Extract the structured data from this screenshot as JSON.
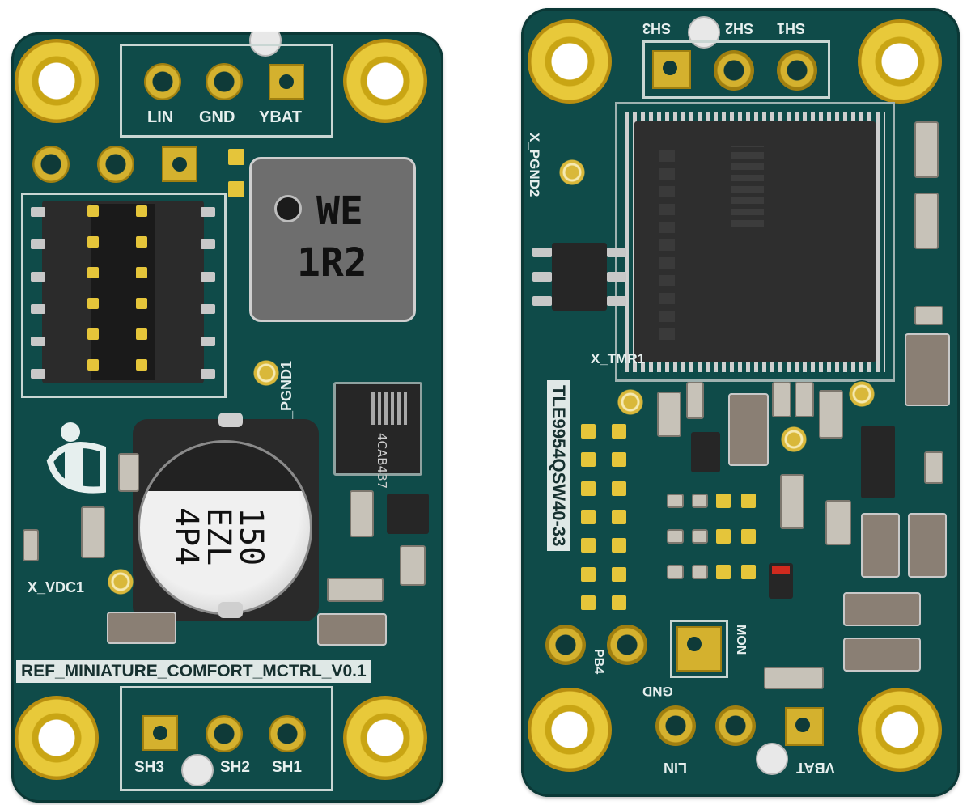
{
  "front_board": {
    "header_labels": [
      "LIN",
      "GND",
      "YBAT"
    ],
    "inductor_marking": [
      "WE",
      "1R2"
    ],
    "capacitor_marking": [
      "150",
      "EZL",
      "4P4"
    ],
    "ic_marking": "4CAB437",
    "label_pgnd": "X_PGND1",
    "label_vdc": "X_VDC1",
    "board_name": "REF_MINIATURE_COMFORT_MCTRL_V0.1",
    "bottom_labels": [
      "SH3",
      "SH2",
      "SH1"
    ]
  },
  "back_board": {
    "top_labels": [
      "SH3",
      "SH2",
      "SH1"
    ],
    "label_pgnd": "X_PGND2",
    "label_tmr": "X_TMR1",
    "chip_name": "TLE9954QSW40-33",
    "label_pb4": "PB4",
    "label_mon": "MON",
    "bottom_labels": [
      "GND",
      "LIN",
      "VBAT"
    ]
  }
}
